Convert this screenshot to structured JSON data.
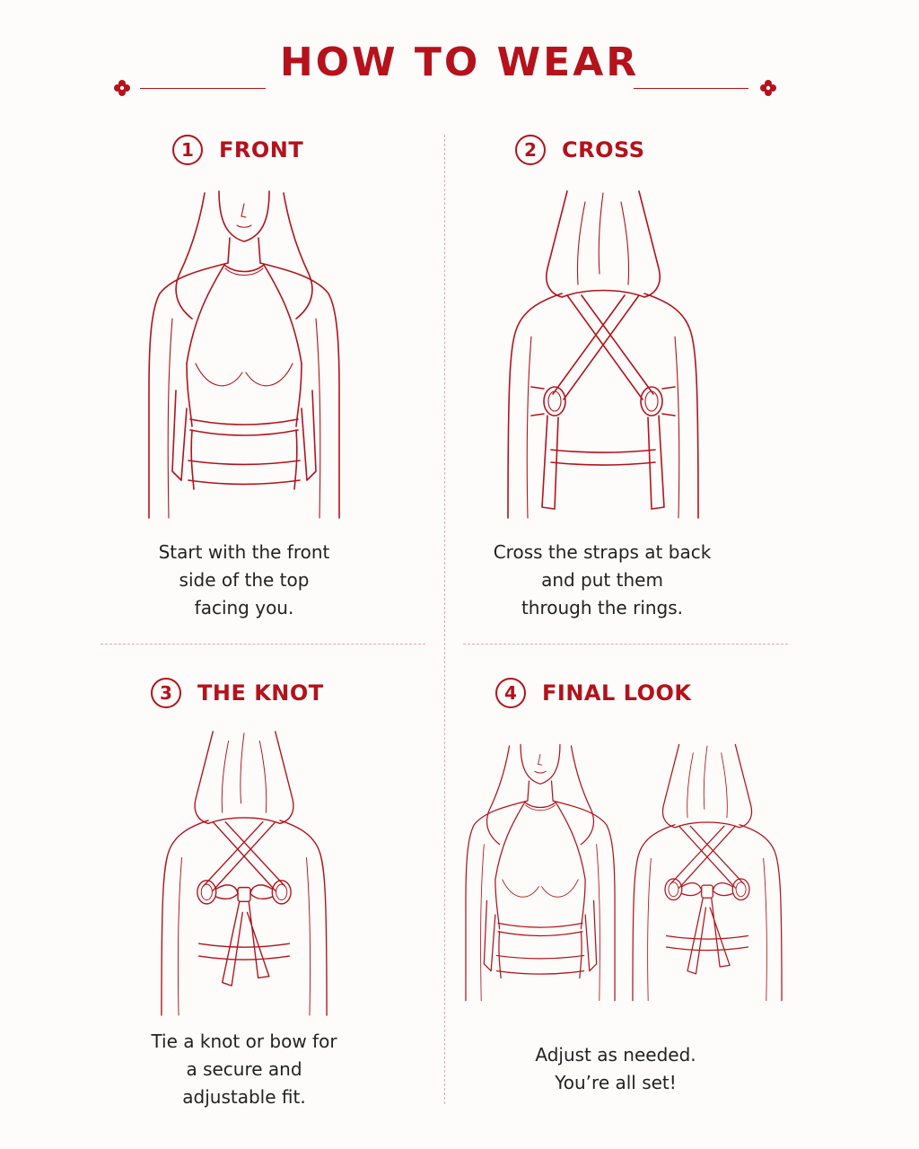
{
  "header": {
    "title": "HOW TO WEAR"
  },
  "colors": {
    "accent": "#b5121b",
    "divider": "#e3a9ad",
    "text": "#222222",
    "background": "#fdfcfb"
  },
  "steps": [
    {
      "number": "1",
      "label": "FRONT",
      "figure": "front-view",
      "lines": [
        "Start with the front",
        "side of the top",
        "facing you."
      ]
    },
    {
      "number": "2",
      "label": "CROSS",
      "figure": "back-view-crossed-straps",
      "lines": [
        "Cross the straps at back",
        "and put them",
        "through the rings."
      ]
    },
    {
      "number": "3",
      "label": "THE KNOT",
      "figure": "back-view-knot",
      "lines": [
        "Tie a knot or bow for",
        "a secure and",
        "adjustable fit."
      ]
    },
    {
      "number": "4",
      "label": "FINAL LOOK",
      "figure": "front-and-back-view",
      "lines": [
        "Adjust as needed.",
        "You’re all set!"
      ]
    }
  ]
}
